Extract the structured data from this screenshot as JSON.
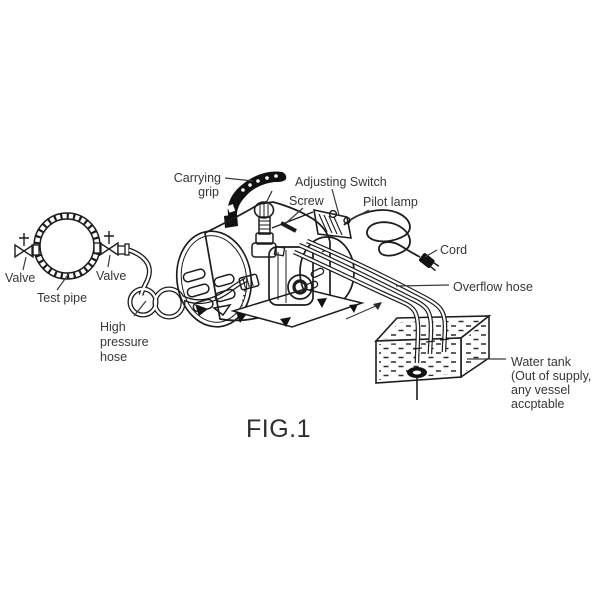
{
  "figure": {
    "caption": "FIG.1",
    "type": "technical-illustration",
    "subject": "test pump unit with test pipe, hoses and water tank",
    "labels": {
      "carrying_grip": [
        "Carrying",
        "grip"
      ],
      "adjusting_switch": "Adjusting Switch",
      "screw": "Screw",
      "pilot_lamp": "Pilot lamp",
      "cord": "Cord",
      "overflow_hose": "Overflow hose",
      "water_tank": [
        "Water tank",
        "(Out of supply,",
        "any vessel",
        "accptable"
      ],
      "valve_left": "Valve",
      "valve_right": "Valve",
      "test_pipe": "Test pipe",
      "high_pressure_hose": [
        "High",
        "pressure",
        "hose"
      ]
    },
    "colors": {
      "line": "#1d1d1f",
      "text": "#37373b",
      "background": "#ffffff"
    }
  }
}
